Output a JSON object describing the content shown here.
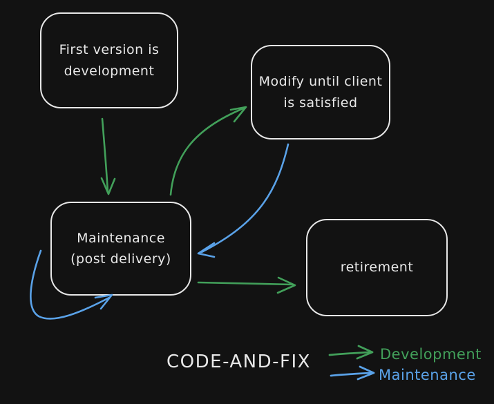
{
  "title": "CODE-AND-FIX",
  "colors": {
    "background": "#121212",
    "stroke": "#e8e8e8",
    "text": "#e8e8e8",
    "development": "#42a05a",
    "maintenance": "#5aa2e8"
  },
  "nodes": [
    {
      "id": "first-version",
      "label": "First version is\ndevelopment"
    },
    {
      "id": "modify",
      "label": "Modify until client\nis satisfied"
    },
    {
      "id": "maintenance",
      "label": "Maintenance\n(post delivery)"
    },
    {
      "id": "retirement",
      "label": "retirement"
    }
  ],
  "arrows": [
    {
      "id": "first-to-maintenance",
      "type": "Development"
    },
    {
      "id": "maintenance-to-modify",
      "type": "Development"
    },
    {
      "id": "modify-to-maintenance",
      "type": "Maintenance"
    },
    {
      "id": "maintenance-to-retirement",
      "type": "Development"
    },
    {
      "id": "maintenance-self-loop",
      "type": "Maintenance"
    }
  ],
  "legend": [
    {
      "label": "Development",
      "color": "#42a05a"
    },
    {
      "label": "Maintenance",
      "color": "#5aa2e8"
    }
  ]
}
